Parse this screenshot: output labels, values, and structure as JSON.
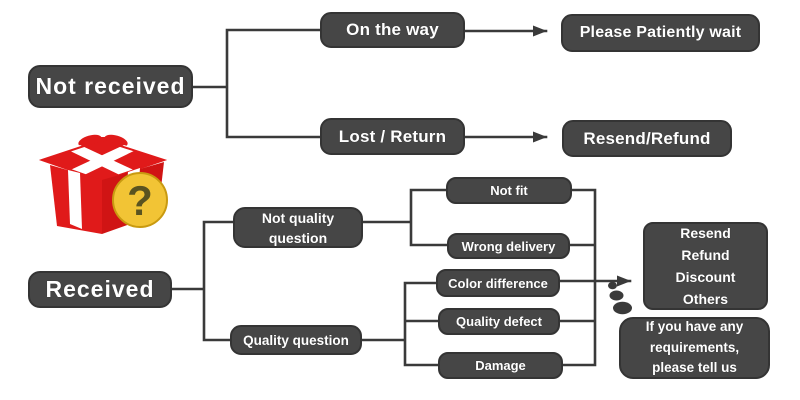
{
  "nodes": {
    "not_received": "Not received",
    "on_the_way": "On the way",
    "please_wait": "Please Patiently wait",
    "lost_return": "Lost / Return",
    "resend_refund": "Resend/Refund",
    "received": "Received",
    "not_quality_question": "Not quality\nquestion",
    "quality_question": "Quality question",
    "not_fit": "Not fit",
    "wrong_delivery": "Wrong delivery",
    "color_difference": "Color difference",
    "quality_defect": "Quality defect",
    "damage": "Damage",
    "outcome_options": "Resend\nRefund\nDiscount\nOthers",
    "requirements_note": "If you have any\nrequirements,\nplease tell us"
  },
  "icons": {
    "gift": "gift-box-icon",
    "question_badge": "question-mark-badge-icon",
    "question_glyph": "?"
  },
  "colors": {
    "node_fill": "#464646",
    "node_border": "#343434",
    "node_text": "#ffffff",
    "connector": "#3a3a3a",
    "background": "#ffffff",
    "gift_red": "#e01a1a",
    "gift_red_dark": "#c01010",
    "ribbon_white": "#ffffff",
    "badge_yellow": "#f2c435",
    "badge_edge": "#c99a10",
    "question_mark": "#5a5320"
  }
}
